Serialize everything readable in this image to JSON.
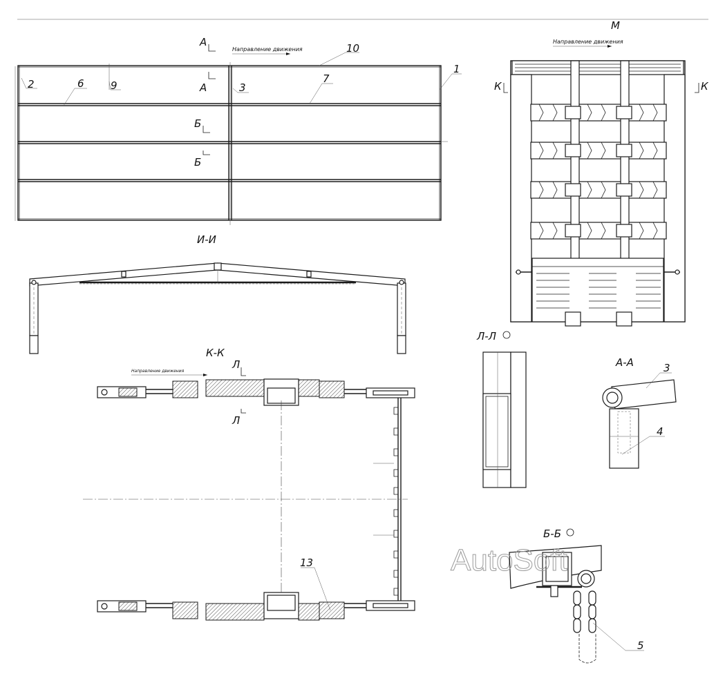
{
  "views": {
    "plan": {
      "section_label_a_top": "А",
      "section_label_a_bottom": "А",
      "section_label_b_top": "Б",
      "section_label_b_bottom": "Б",
      "direction_text": "Направление движения"
    },
    "ii": {
      "title": "И-И"
    },
    "kk": {
      "title": "К-К",
      "direction_text": "Направление движения",
      "section_label_l_top": "Л",
      "section_label_l_bottom": "Л"
    },
    "m": {
      "title": "М",
      "direction_text": "Направление движения",
      "section_label_k_left": "К",
      "section_label_k_right": "К"
    },
    "ll": {
      "title": "Л-Л"
    },
    "aa": {
      "title": "А-А"
    },
    "bb": {
      "title": "Б-Б"
    }
  },
  "callouts": [
    "1",
    "2",
    "3",
    "4",
    "5",
    "6",
    "7",
    "9",
    "10",
    "13",
    "3"
  ],
  "watermark": "AutoSoft"
}
